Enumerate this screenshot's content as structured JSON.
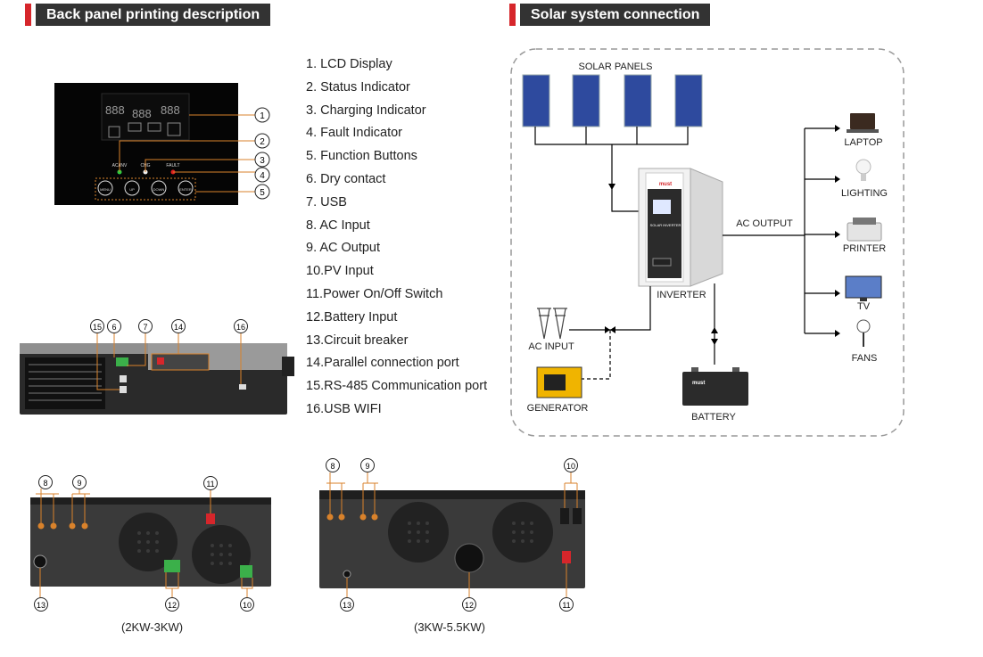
{
  "headers": {
    "back_panel": "Back panel printing description",
    "solar": "Solar system connection"
  },
  "legend": [
    "1.  LCD Display",
    "2.  Status Indicator",
    "3.  Charging Indicator",
    "4.  Fault Indicator",
    "5.  Function Buttons",
    "6.  Dry contact",
    "7.  USB",
    "8.  AC Input",
    "9.  AC Output",
    "10.PV Input",
    "11.Power On/Off Switch",
    "12.Battery Input",
    "13.Circuit breaker",
    "14.Parallel connection port",
    "15.RS-485 Communication port",
    "16.USB WIFI"
  ],
  "lcd": {
    "indicators": [
      "AC/INV",
      "CHG",
      "FAULT"
    ],
    "buttons": [
      "MENU",
      "UP",
      "DOWN",
      "ENTER"
    ],
    "callouts": [
      "1",
      "2",
      "3",
      "4",
      "5"
    ],
    "digits": [
      "888",
      "888",
      "888"
    ]
  },
  "side_callouts": [
    "15",
    "6",
    "7",
    "14",
    "16"
  ],
  "bottom_left": {
    "callouts": [
      "8",
      "9",
      "11",
      "13",
      "12",
      "10"
    ],
    "caption": "(2KW-3KW)"
  },
  "bottom_right": {
    "callouts": [
      "8",
      "9",
      "10",
      "13",
      "12",
      "11"
    ],
    "caption": "(3KW-5.5KW)"
  },
  "solar": {
    "solar_panels": "SOLAR PANELS",
    "inverter": "INVERTER",
    "ac_output": "AC OUTPUT",
    "ac_input": "AC INPUT",
    "generator": "GENERATOR",
    "battery": "BATTERY",
    "loads": [
      "LAPTOP",
      "LIGHTING",
      "PRINTER",
      "TV",
      "FANS"
    ],
    "inverter_brand": "must",
    "inverter_model": "SOLAR INVERTER",
    "battery_brand": "must"
  },
  "colors": {
    "accent": "#d6262b",
    "header_bg": "#333333",
    "indicator_green": "#2ecc40",
    "indicator_red": "#e02020",
    "callout_orange": "#d9822b",
    "panel_blue": "#2e4a9e"
  }
}
